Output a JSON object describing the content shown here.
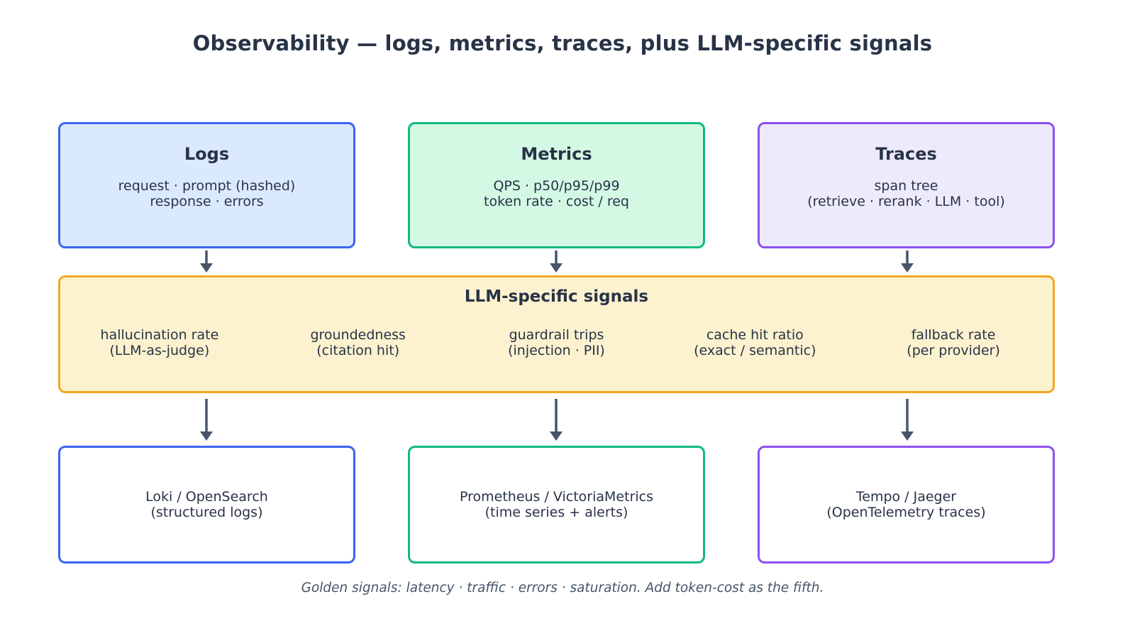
{
  "title": "Observability — logs, metrics, traces, plus LLM-specific signals",
  "sources": [
    {
      "title": "Logs",
      "line1": "request · prompt (hashed)",
      "line2": "response · errors"
    },
    {
      "title": "Metrics",
      "line1": "QPS · p50/p95/p99",
      "line2": "token rate · cost / req"
    },
    {
      "title": "Traces",
      "line1": "span tree",
      "line2": "(retrieve · rerank · LLM · tool)"
    }
  ],
  "signals": {
    "title": "LLM-specific signals",
    "items": [
      {
        "line1": "hallucination rate",
        "line2": "(LLM-as-judge)"
      },
      {
        "line1": "groundedness",
        "line2": "(citation hit)"
      },
      {
        "line1": "guardrail trips",
        "line2": "(injection · PII)"
      },
      {
        "line1": "cache hit ratio",
        "line2": "(exact / semantic)"
      },
      {
        "line1": "fallback rate",
        "line2": "(per provider)"
      }
    ]
  },
  "sinks": [
    {
      "line1": "Loki / OpenSearch",
      "line2": "(structured logs)"
    },
    {
      "line1": "Prometheus / VictoriaMetrics",
      "line2": "(time series + alerts)"
    },
    {
      "line1": "Tempo / Jaeger",
      "line2": "(OpenTelemetry traces)"
    }
  ],
  "footer": "Golden signals: latency · traffic · errors · saturation. Add token-cost as the fifth.",
  "colors": {
    "background": "#ffffff",
    "text_dark": "#283347",
    "arrow": "#475569",
    "footer_text": "#475569",
    "logs_border": "#3c64f0",
    "logs_fill": "#dbe9fd",
    "metrics_border": "#12b981",
    "metrics_fill": "#d3f9e5",
    "traces_border": "#8b52f0",
    "traces_fill": "#edeafc",
    "signals_border": "#f2a71f",
    "signals_fill": "#fdf2cf"
  }
}
